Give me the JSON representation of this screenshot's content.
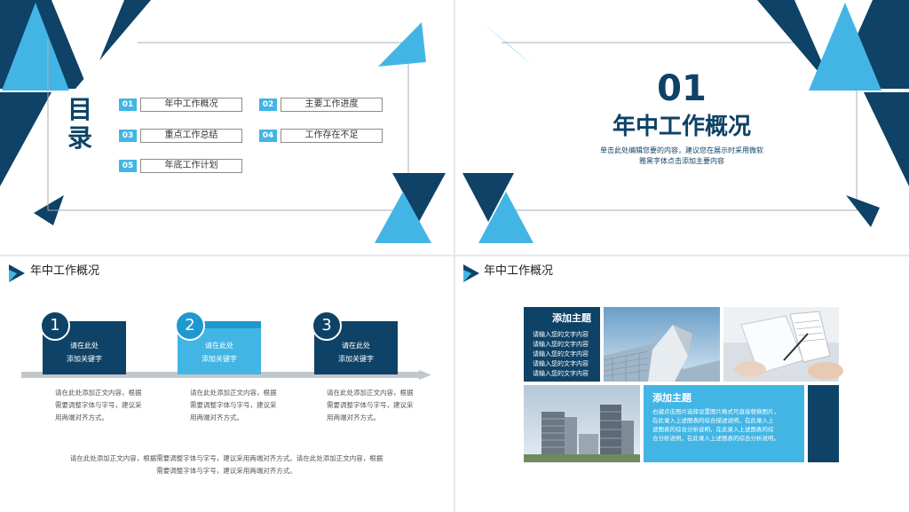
{
  "slide1": {
    "title_chars": [
      "目",
      "录"
    ],
    "items": [
      {
        "num": "01",
        "label": "年中工作概况"
      },
      {
        "num": "02",
        "label": "主要工作进度"
      },
      {
        "num": "03",
        "label": "重点工作总结"
      },
      {
        "num": "04",
        "label": "工作存在不足"
      },
      {
        "num": "05",
        "label": "年底工作计划"
      }
    ]
  },
  "slide2": {
    "number": "01",
    "title": "年中工作概况",
    "subtitle_lines": [
      "单击此处编辑您要的内容，建议您在展示时采用微软",
      "雅黑字体点击添加主要内容"
    ]
  },
  "slide3": {
    "header": "年中工作概况",
    "steps": [
      {
        "num": "1",
        "line1": "请在此处",
        "line2": "添加关键字"
      },
      {
        "num": "2",
        "line1": "请在此处",
        "line2": "添加关键字"
      },
      {
        "num": "3",
        "line1": "请在此处",
        "line2": "添加关键字"
      }
    ],
    "descriptions": [
      [
        "请在此处添加正文内容，根据",
        "需要调整字体与字号，建议采",
        "用两端对齐方式。"
      ],
      [
        "请在此处添加正文内容，根据",
        "需要调整字体与字号，建议采",
        "用两端对齐方式。"
      ],
      [
        "请在此处添加正文内容，根据",
        "需要调整字体与字号，建议采",
        "用两端对齐方式。"
      ]
    ],
    "bottom_lines": [
      "请在此处添加正文内容，根据需要调整字体与字号，建议采用两端对齐方式。请在此处添加正文内容，根据",
      "需要调整字体与字号，建议采用两端对齐方式。"
    ]
  },
  "slide4": {
    "header": "年中工作概况",
    "tile1": {
      "title": "添加主题",
      "lines": [
        "请输入您的文字内容",
        "请输入您的文字内容",
        "请输入您的文字内容",
        "请输入您的文字内容",
        "请输入您的文字内容"
      ]
    },
    "tile2": {
      "title": "添加主题",
      "lines": [
        "右键点击图片选择设置图片格式可直接替换图片，",
        "在此录入上述图表的综合描述说明，在此录入上",
        "述图表的综合分析说明，在此录入上述图表的综",
        "合分析说明，在此录入上述图表的综合分析说明。"
      ]
    }
  },
  "colors": {
    "navy": "#0e4266",
    "sky": "#42b5e5",
    "light_sky": "#5ac3ec",
    "grey_line": "#8c8c8c",
    "step_bar": "#c2c7cc"
  }
}
